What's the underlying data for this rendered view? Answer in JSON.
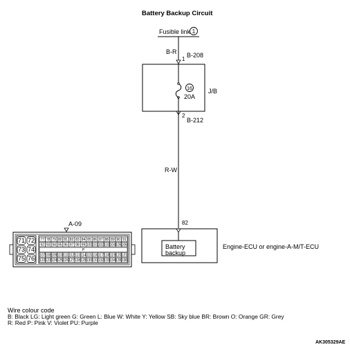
{
  "title": "Battery Backup Circuit",
  "fusible_link": {
    "label": "Fusible link",
    "number": "1"
  },
  "wire_top": {
    "color": "B-R",
    "pin": "1",
    "connector": "B-208"
  },
  "jb": {
    "label": "J/B",
    "fuse_number": "16",
    "fuse_rating": "20A"
  },
  "wire_mid": {
    "pin": "2",
    "connector": "B-212",
    "color": "R-W"
  },
  "ecu": {
    "pin": "82",
    "box_label_line1": "Battery",
    "box_label_line2": "backup",
    "name": "Engine-ECU or engine-A-M/T-ECU"
  },
  "connector": {
    "name": "A-09",
    "big_pins": [
      "71",
      "72",
      "73",
      "74",
      "75",
      "76"
    ],
    "row1": [
      "77",
      "78",
      "79",
      "80",
      "81",
      "82",
      "83",
      "84",
      "85",
      "86",
      "87",
      "88",
      "89",
      "90",
      "91"
    ],
    "row2": [
      "92",
      "93",
      "94",
      "95",
      "96",
      "97",
      "98",
      "99",
      "100",
      "101",
      "102",
      "103",
      "104",
      "105",
      "106"
    ],
    "row3_mark": "P",
    "row4": [
      "107",
      "108",
      "109",
      "110",
      "111",
      "112",
      "113",
      "114",
      "115",
      "116",
      "117",
      "118",
      "119",
      "120",
      "121"
    ],
    "row5": [
      "122",
      "123",
      "124",
      "125",
      "126",
      "127",
      "128",
      "129",
      "130",
      "131",
      "132",
      "133",
      "134",
      "135",
      "136"
    ]
  },
  "legend": {
    "heading": "Wire colour code",
    "line1": "B: Black  LG: Light green  G: Green  L: Blue  W: White  Y: Yellow  SB: Sky blue  BR: Brown  O: Orange  GR: Grey",
    "line2": "R: Red  P: Pink  V: Violet  PU: Purple"
  },
  "figure_code": "AK305329AE"
}
